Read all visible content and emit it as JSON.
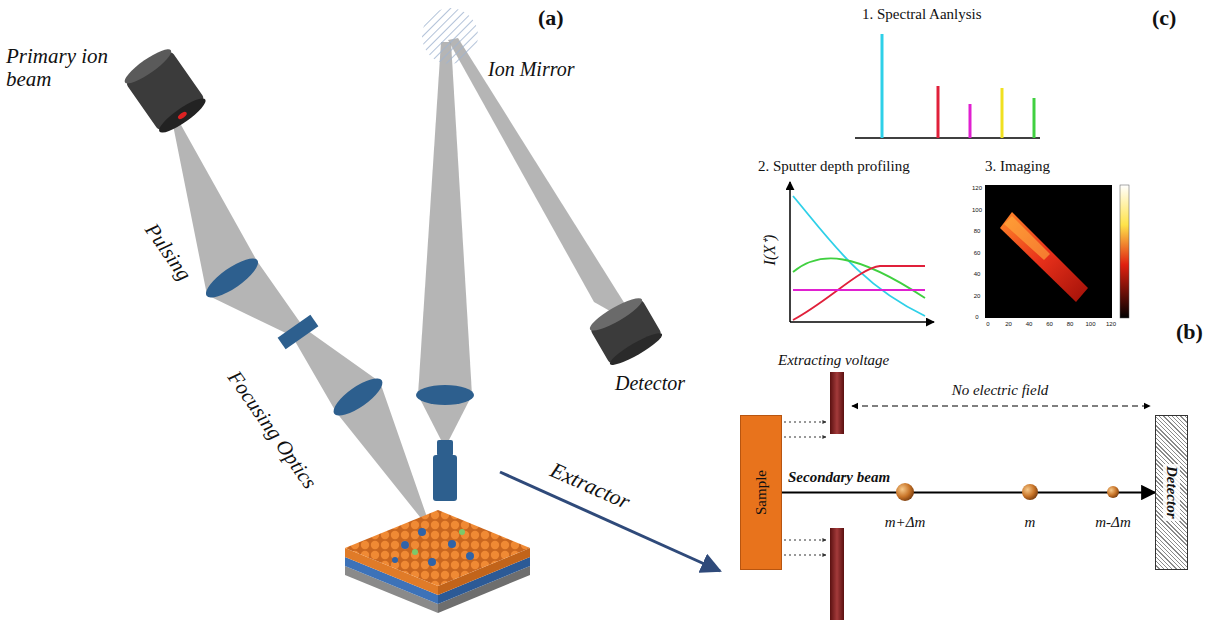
{
  "diagram": {
    "nodes": [
      {
        "text": [
          "Sample"
        ]
      },
      {
        "text": [
          "Detector"
        ]
      }
    ],
    "edges": [
      {
        "from": 0,
        "to": 1,
        "arrow": "to",
        "label": "Secondary beam"
      }
    ],
    "labels": [
      "(a)",
      "Primary ion beam",
      "Pulsing",
      "Focusing Optics",
      "Ion Mirror",
      "Detector",
      "Extractor",
      "(c)",
      "1. Spectral Aanlysis",
      "2. Sputter depth profiling",
      "3. Imaging",
      "I(X⁺)",
      "(b)",
      "Extracting voltage",
      "No electric field",
      "m+Δm",
      "m",
      "m-Δm",
      "120",
      "100",
      "80",
      "60",
      "40",
      "20",
      "0",
      "0",
      "20",
      "40",
      "60",
      "80",
      "100",
      "120"
    ]
  }
}
